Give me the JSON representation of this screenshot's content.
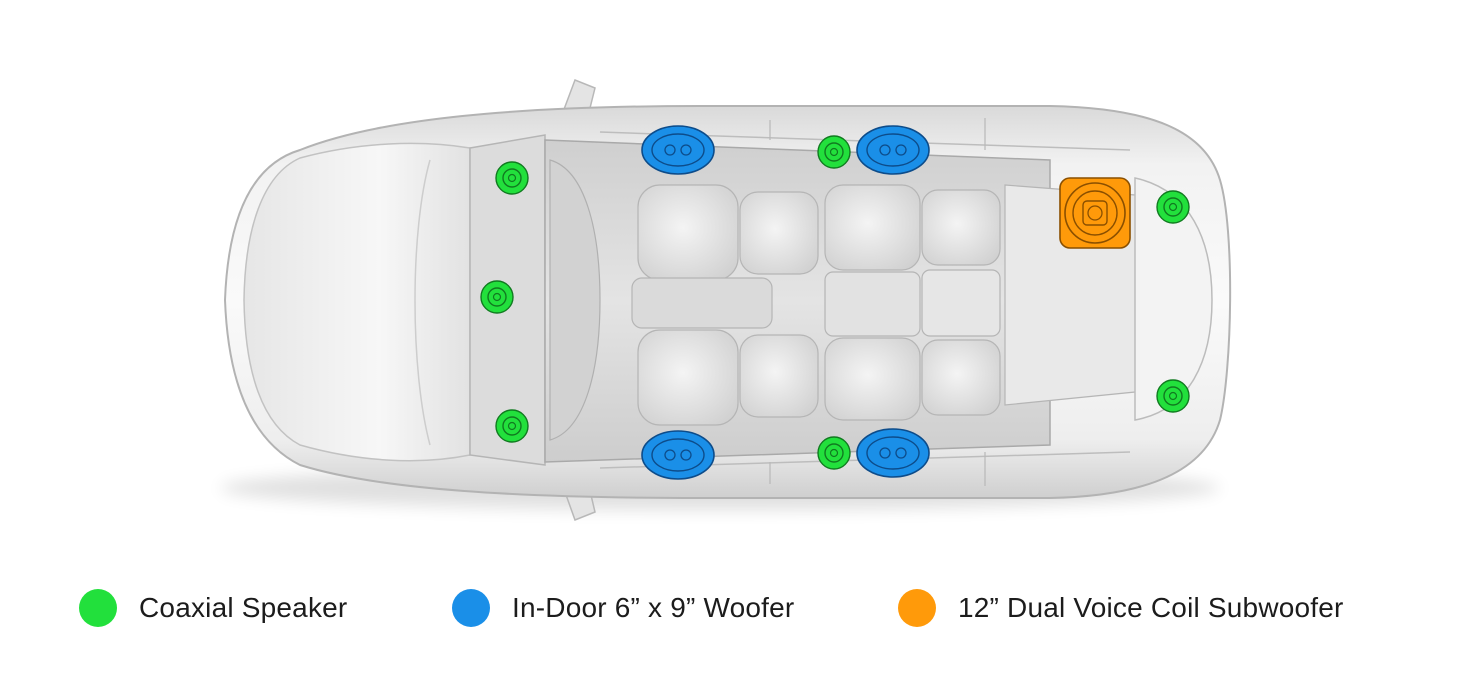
{
  "legend": [
    {
      "key": "coaxial",
      "label": "Coaxial Speaker",
      "color": "#22e03c"
    },
    {
      "key": "woofer",
      "label": "In-Door 6” x 9” Woofer",
      "color": "#1a8fe8"
    },
    {
      "key": "subwoofer",
      "label": "12” Dual Voice Coil Subwoofer",
      "color": "#ff9a0a"
    }
  ],
  "speakers": {
    "coaxial_color": "#22e03c",
    "woofer_color": "#1a8fe8",
    "subwoofer_color": "#ff9a0a"
  }
}
